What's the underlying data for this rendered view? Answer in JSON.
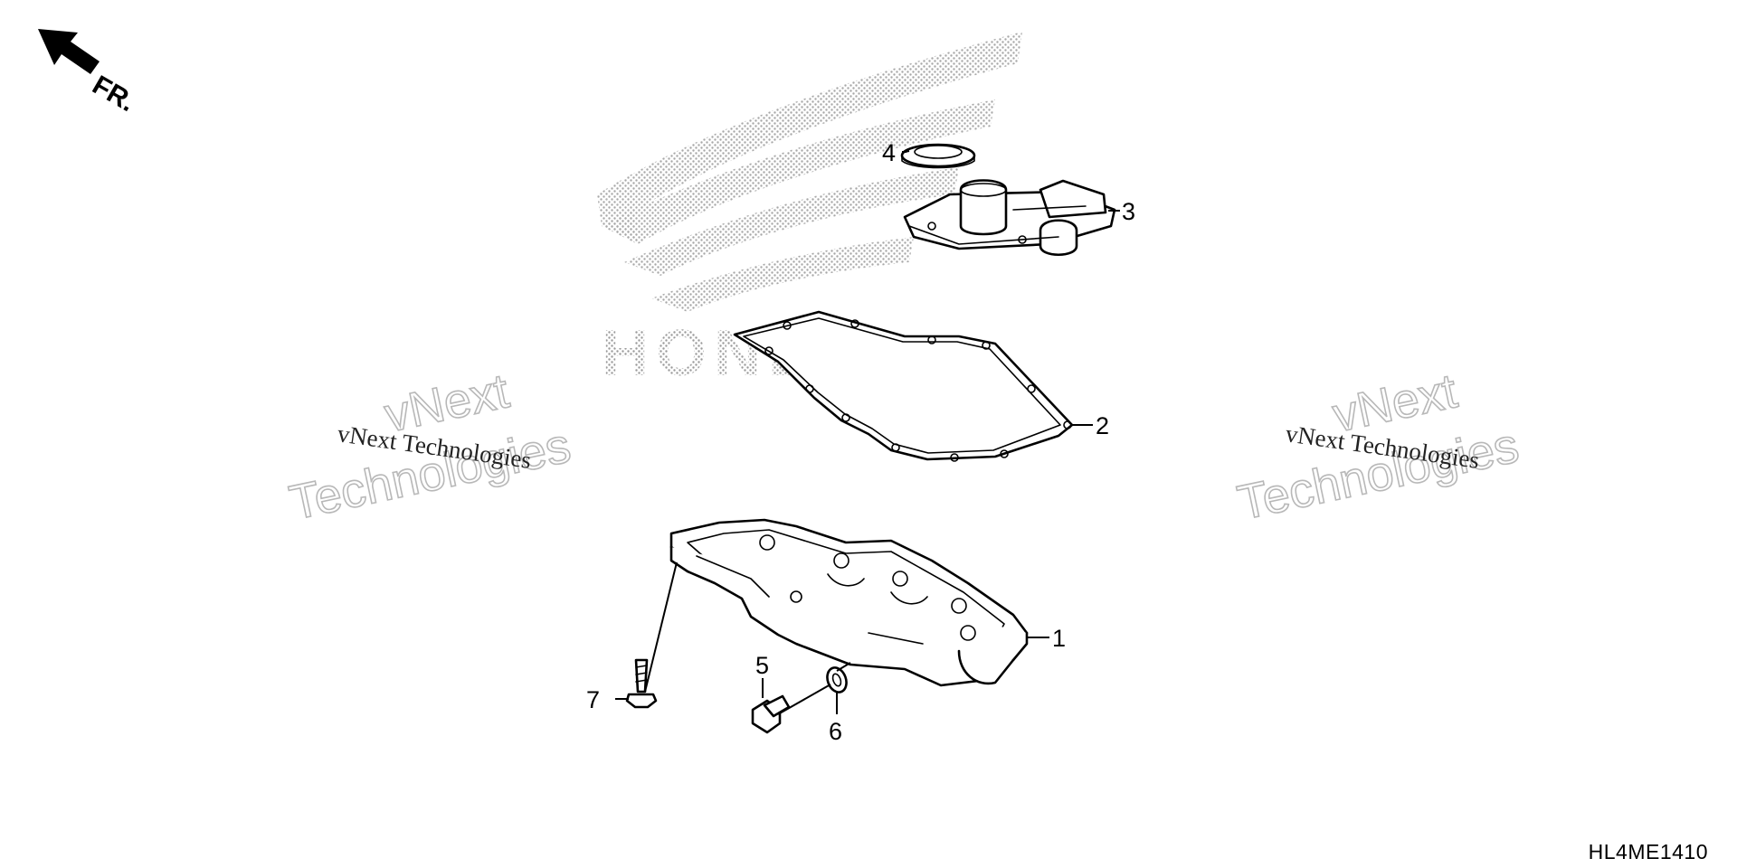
{
  "orientation": {
    "label": "FR.",
    "icon": "front-direction-arrow-icon"
  },
  "diagram_code": "HL4ME1410",
  "watermark": {
    "small_text": "vNext Technologies",
    "large_line1": "vNext",
    "large_line2": "Technologies",
    "brand_logo": "HONDA",
    "logo_icon": "honda-wing-logo-icon"
  },
  "callouts": [
    {
      "number": "1",
      "part": "oil-pan"
    },
    {
      "number": "2",
      "part": "oil-pan-gasket"
    },
    {
      "number": "3",
      "part": "strainer"
    },
    {
      "number": "4",
      "part": "o-ring"
    },
    {
      "number": "5",
      "part": "drain-plug"
    },
    {
      "number": "6",
      "part": "drain-washer"
    },
    {
      "number": "7",
      "part": "flange-bolt"
    }
  ],
  "colors": {
    "line": "#000000",
    "watermark": "#b8b8b8",
    "background": "#ffffff"
  }
}
